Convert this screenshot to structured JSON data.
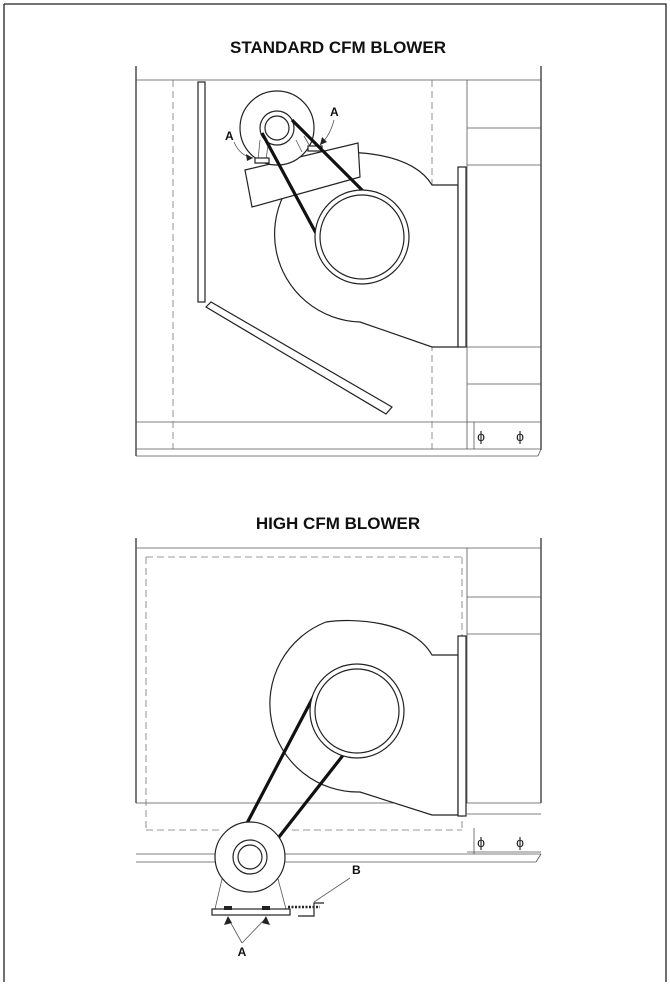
{
  "figure": {
    "panels": [
      {
        "title": "STANDARD CFM BLOWER",
        "callouts": [
          "A",
          "A"
        ],
        "terminal_symbols": [
          "ϕ",
          "ϕ"
        ]
      },
      {
        "title": "HIGH CFM BLOWER",
        "callouts": [
          "B",
          "A"
        ],
        "terminal_symbols": [
          "ϕ",
          "ϕ"
        ]
      }
    ]
  }
}
